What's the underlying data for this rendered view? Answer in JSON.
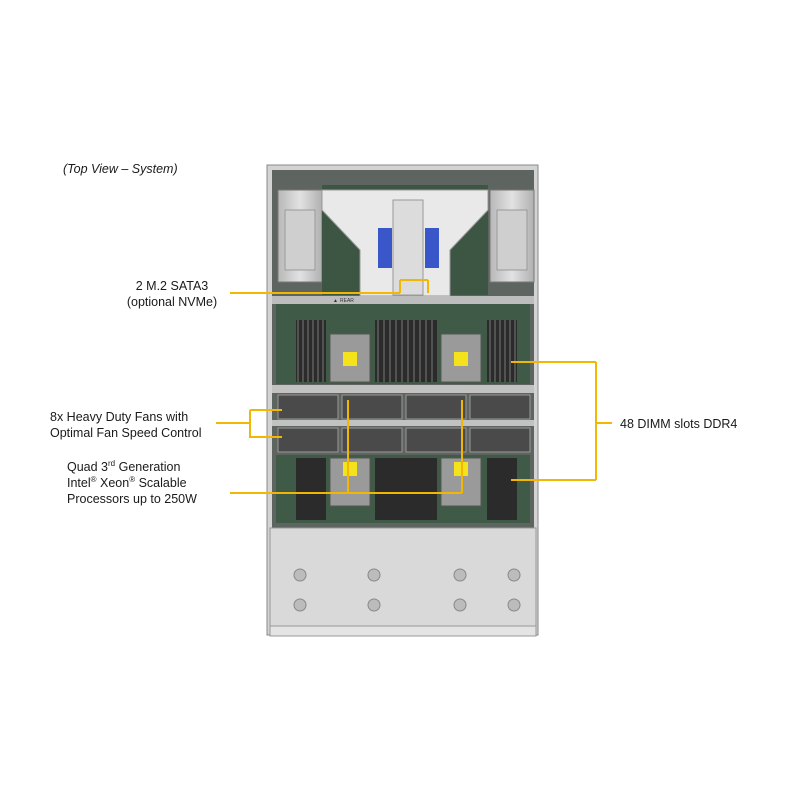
{
  "title": "(Top View – System)",
  "callouts": {
    "m2": {
      "line1": "2 M.2 SATA3",
      "line2": "(optional NVMe)"
    },
    "fans": {
      "line1": "8x Heavy Duty Fans with",
      "line2": "Optimal Fan Speed Control"
    },
    "cpu": {
      "line1_pre": "Quad 3",
      "line1_sup": "rd",
      "line1_post": " Generation",
      "line2_pre": "Intel",
      "line2_sup1": "®",
      "line2_mid": " Xeon",
      "line2_sup2": "®",
      "line2_post": " Scalable",
      "line3": "Processors up to 250W"
    },
    "dimm": {
      "text": "48 DIMM slots DDR4"
    }
  },
  "server_labels": {
    "rear": "REAR"
  },
  "colors": {
    "callout": "#f2b705",
    "chassis": "#c9c9c9",
    "board": "#3f5a46",
    "heatsink": "#f3e21c",
    "riser_blue": "#3a57c9"
  }
}
